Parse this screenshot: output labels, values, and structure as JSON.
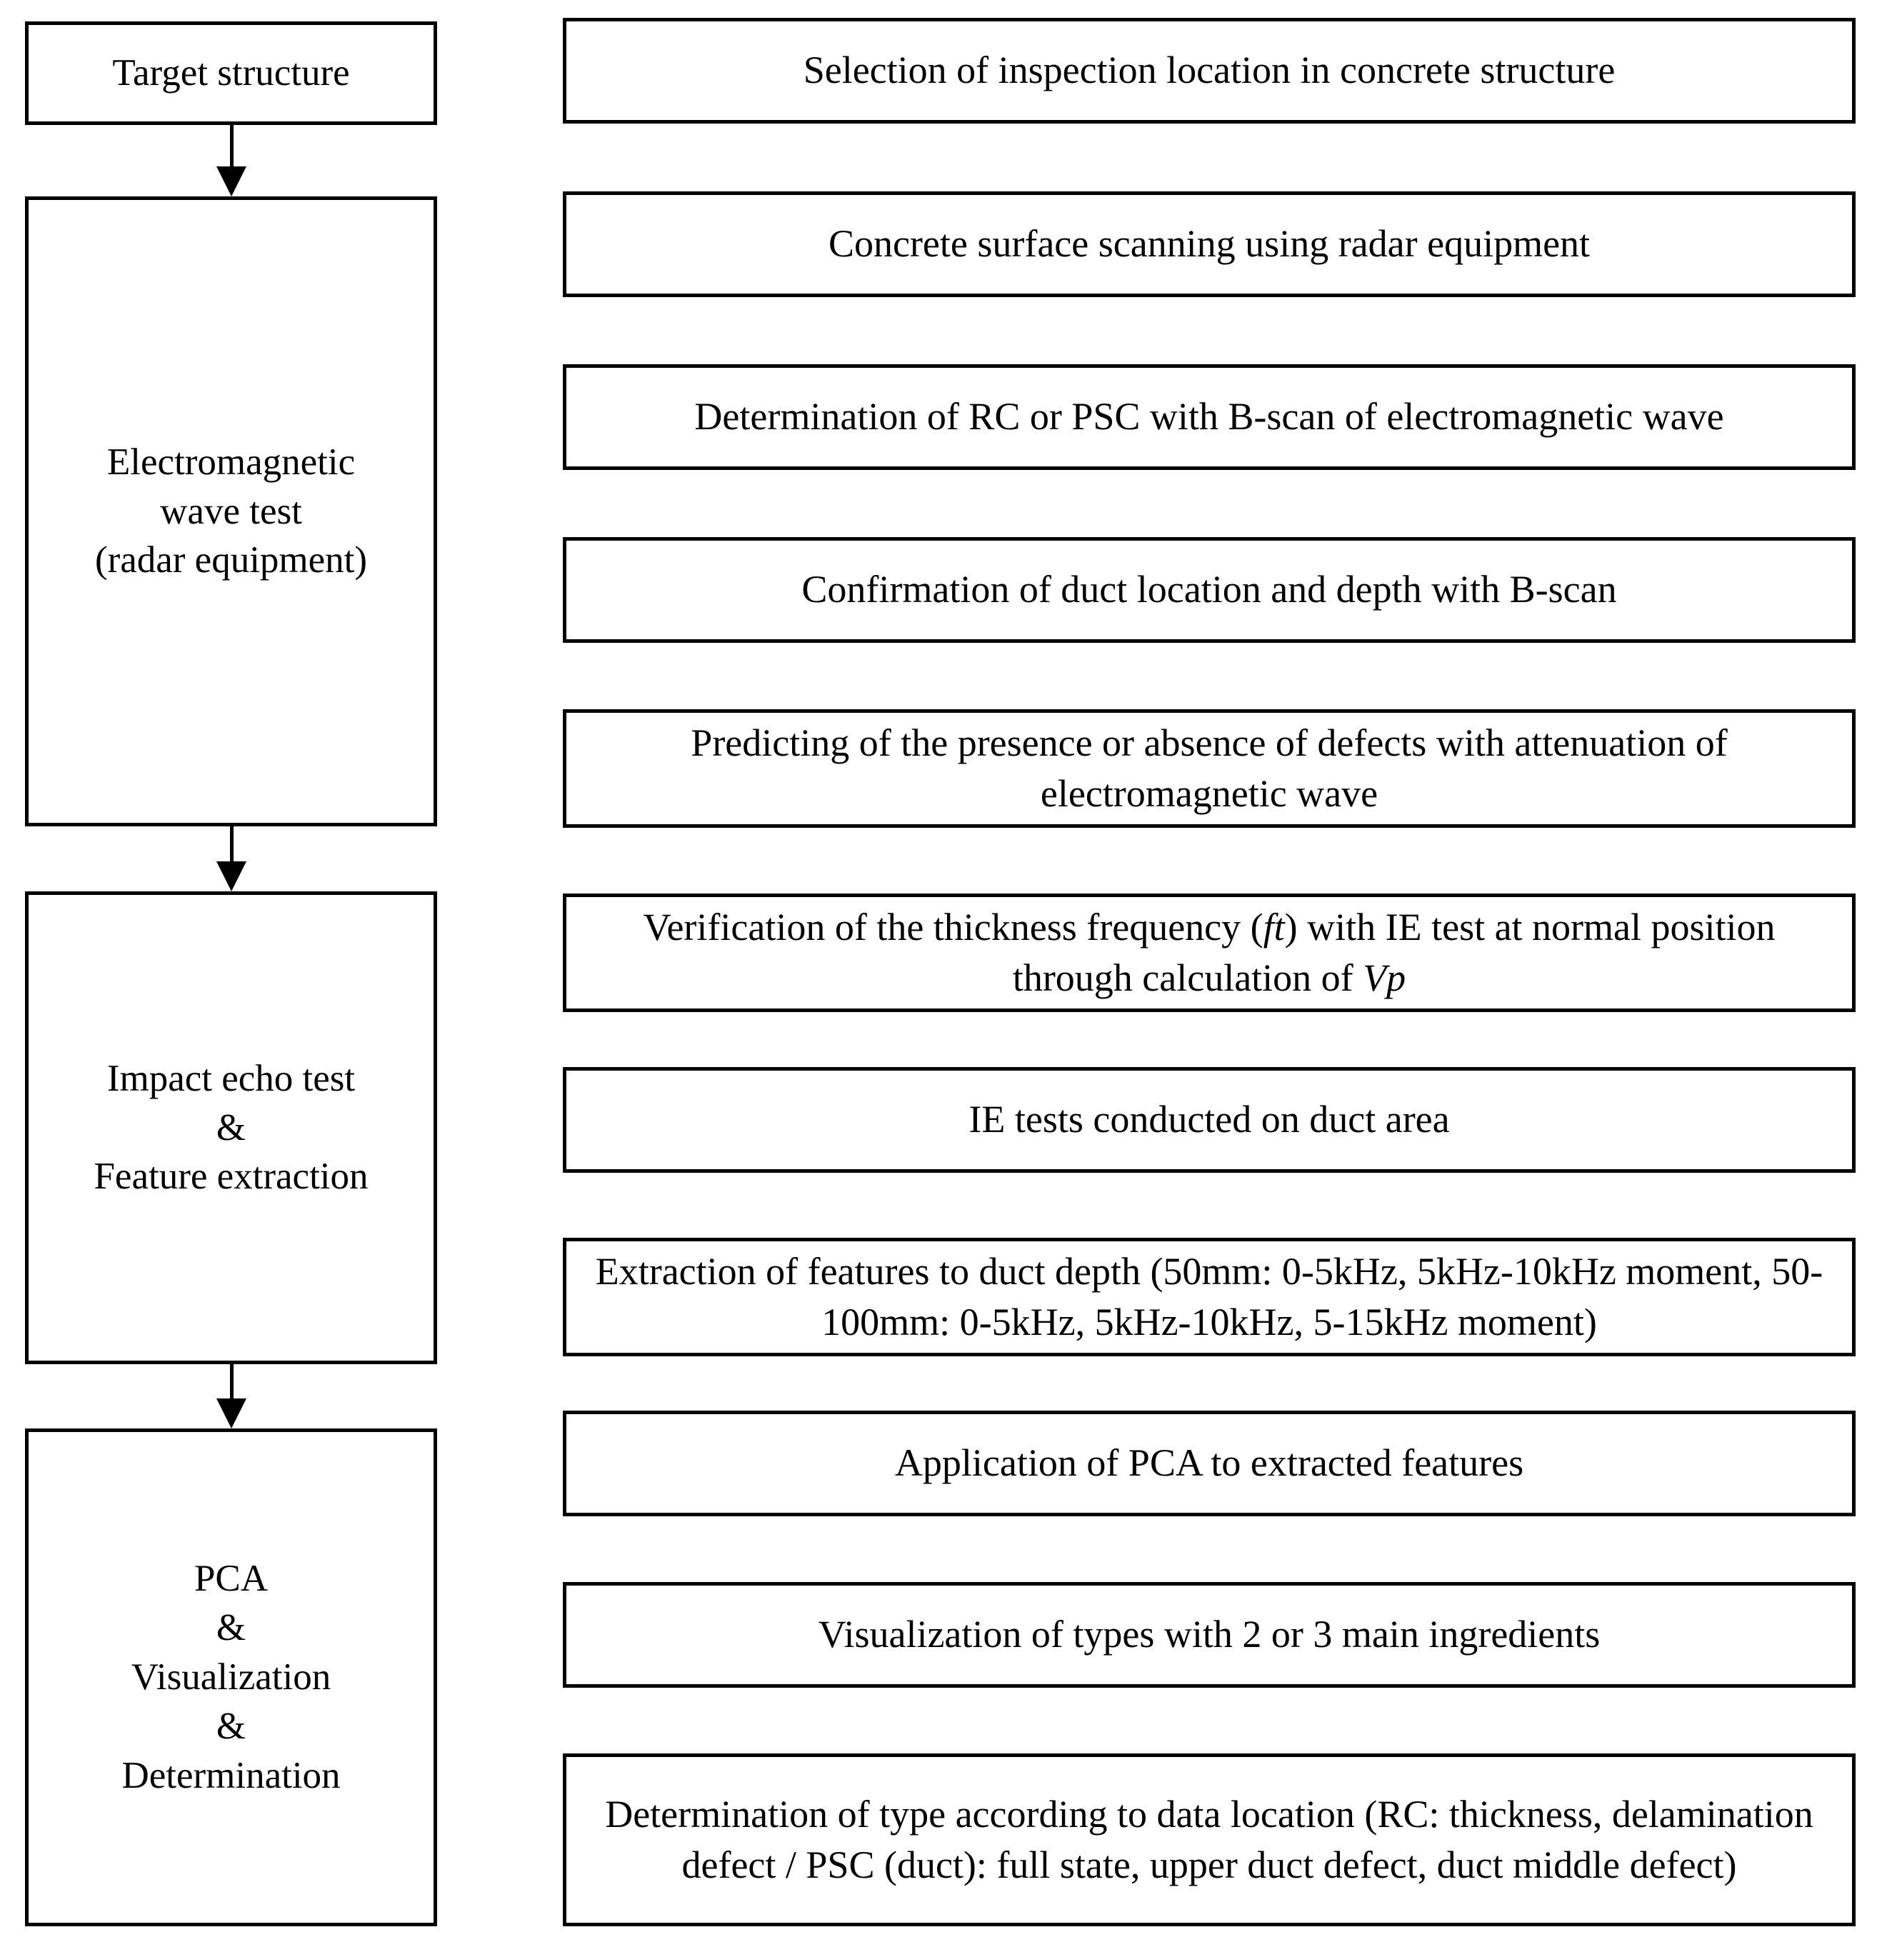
{
  "diagram": {
    "title": "Inspection procedure flowchart for concrete structure evaluation",
    "type": "flowchart",
    "orientation": "vertical-stages-with-step-list",
    "colors": {
      "background": "#ffffff",
      "border": "#000000",
      "text": "#000000"
    }
  },
  "stages": [
    {
      "id": "target-structure",
      "label": "Target structure"
    },
    {
      "id": "electromagnetic-wave-test",
      "label": "Electromagnetic\nwave test\n(radar equipment)"
    },
    {
      "id": "impact-echo-test",
      "label": "Impact echo test\n&\nFeature extraction"
    },
    {
      "id": "pca-visualization-determination",
      "label": "PCA\n&\nVisualization\n&\nDetermination"
    }
  ],
  "steps": [
    {
      "id": "selection-of-inspection-location",
      "label": "Selection of inspection location in concrete structure"
    },
    {
      "id": "concrete-surface-scanning",
      "label": "Concrete surface scanning using radar equipment"
    },
    {
      "id": "determination-rc-or-psc",
      "label": "Determination of RC or PSC with B-scan of electromagnetic wave"
    },
    {
      "id": "confirmation-duct-location-depth",
      "label": "Confirmation of duct location and depth with B-scan"
    },
    {
      "id": "predicting-defects-attenuation",
      "label": "Predicting of the presence or absence of defects with attenuation of electromagnetic wave"
    },
    {
      "id": "verification-thickness-frequency",
      "label_part_1": "Verification of the thickness frequency (",
      "label_italic_1": "ft",
      "label_part_2": ") with IE test at normal position through calculation of ",
      "label_italic_2": "Vp",
      "label_part_3": "",
      "label_plain": "Verification of the thickness frequency (ft) with IE test at normal position through calculation of Vp"
    },
    {
      "id": "ie-tests-on-duct-area",
      "label": "IE tests conducted on duct area"
    },
    {
      "id": "extraction-of-features",
      "label": "Extraction of features to duct depth (50mm: 0-5kHz, 5kHz-10kHz moment, 50-100mm: 0-5kHz, 5kHz-10kHz, 5-15kHz moment)"
    },
    {
      "id": "application-of-pca",
      "label": "Application of PCA to extracted features"
    },
    {
      "id": "visualization-of-types",
      "label": "Visualization of types with 2 or 3 main ingredients"
    },
    {
      "id": "determination-of-type",
      "label": "Determination of type according to data location (RC: thickness, delamination defect / PSC (duct): full state, upper duct defect, duct middle defect)"
    }
  ],
  "connectors": [
    {
      "id": "arrow-target-to-em",
      "from": "target-structure",
      "to": "electromagnetic-wave-test"
    },
    {
      "id": "arrow-em-to-ie",
      "from": "electromagnetic-wave-test",
      "to": "impact-echo-test"
    },
    {
      "id": "arrow-ie-to-pca",
      "from": "impact-echo-test",
      "to": "pca-visualization-determination"
    }
  ]
}
